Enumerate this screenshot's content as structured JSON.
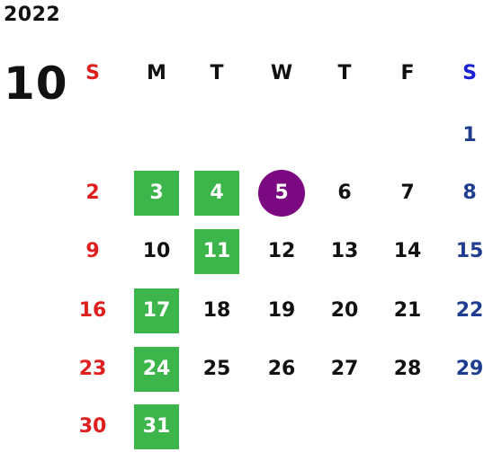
{
  "calendar": {
    "year": "2022",
    "month": "10",
    "weekdays": [
      {
        "label": "S",
        "color": "#e02020"
      },
      {
        "label": "M",
        "color": "#111111"
      },
      {
        "label": "T",
        "color": "#111111"
      },
      {
        "label": "W",
        "color": "#111111"
      },
      {
        "label": "T",
        "color": "#111111"
      },
      {
        "label": "F",
        "color": "#111111"
      },
      {
        "label": "S",
        "color": "#1a22d6"
      }
    ],
    "day_colors": {
      "sunday": "#e02020",
      "saturday": "#1f3d8f",
      "weekday": "#111111"
    },
    "highlight_color": "#3cb54b",
    "today_color": "#7b0a82",
    "first_weekday_index": 6,
    "days_in_month": 31,
    "highlighted_days": [
      3,
      4,
      11,
      17,
      24,
      31
    ],
    "today": 5
  }
}
